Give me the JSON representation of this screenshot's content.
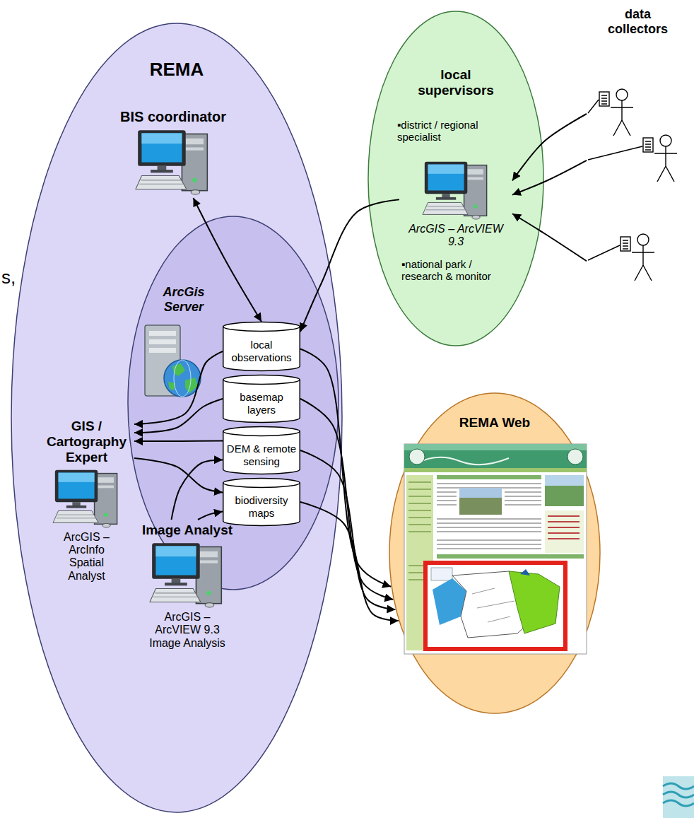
{
  "diagram": {
    "nodes": [
      {
        "text": [
          "REMA"
        ]
      },
      {
        "text": [
          "BIS coordinator"
        ],
        "in": 0
      },
      {
        "text": [
          "ArcGis Server"
        ],
        "in": 0
      },
      {
        "text": [
          "local observations"
        ],
        "in": 2
      },
      {
        "text": [
          "basemap layers"
        ],
        "in": 2
      },
      {
        "text": [
          "DEM & remote sensing"
        ],
        "in": 2
      },
      {
        "text": [
          "biodiversity maps"
        ],
        "in": 2
      },
      {
        "text": [
          "GIS / Cartography Expert",
          "ArcGIS – ArcInfo Spatial Analyst"
        ],
        "in": 0
      },
      {
        "text": [
          "Image Analyst",
          "ArcGIS – ArcVIEW 9.3 Image Analysis"
        ],
        "in": 0
      },
      {
        "text": [
          "local supervisors",
          "▪district / regional specialist",
          "▪national park / research & monitor"
        ]
      },
      {
        "text": [
          "ArcGIS – ArcVIEW 9.3"
        ],
        "in": 9
      },
      {
        "text": [
          "data collectors"
        ]
      },
      {
        "text": [
          "REMA Web"
        ]
      }
    ],
    "edges": [
      {
        "from": 1,
        "to": 3,
        "arrow": "both"
      },
      {
        "from": 10,
        "to": 3,
        "arrow": "to"
      },
      {
        "from": 11,
        "to": 10,
        "arrow": "to"
      },
      {
        "from": 11,
        "to": 10,
        "arrow": "to"
      },
      {
        "from": 11,
        "to": 10,
        "arrow": "to"
      },
      {
        "from": 3,
        "to": 12,
        "arrow": "to"
      },
      {
        "from": 4,
        "to": 12,
        "arrow": "to"
      },
      {
        "from": 5,
        "to": 12,
        "arrow": "to"
      },
      {
        "from": 6,
        "to": 12,
        "arrow": "to"
      },
      {
        "from": 3,
        "to": 7,
        "arrow": "to"
      },
      {
        "from": 4,
        "to": 7,
        "arrow": "to"
      },
      {
        "from": 5,
        "to": 7,
        "arrow": "to"
      },
      {
        "from": 7,
        "to": 6,
        "arrow": "to"
      },
      {
        "from": 8,
        "to": 5,
        "arrow": "to"
      },
      {
        "from": 8,
        "to": 6,
        "arrow": "to"
      }
    ],
    "labels": [
      "s,"
    ]
  }
}
